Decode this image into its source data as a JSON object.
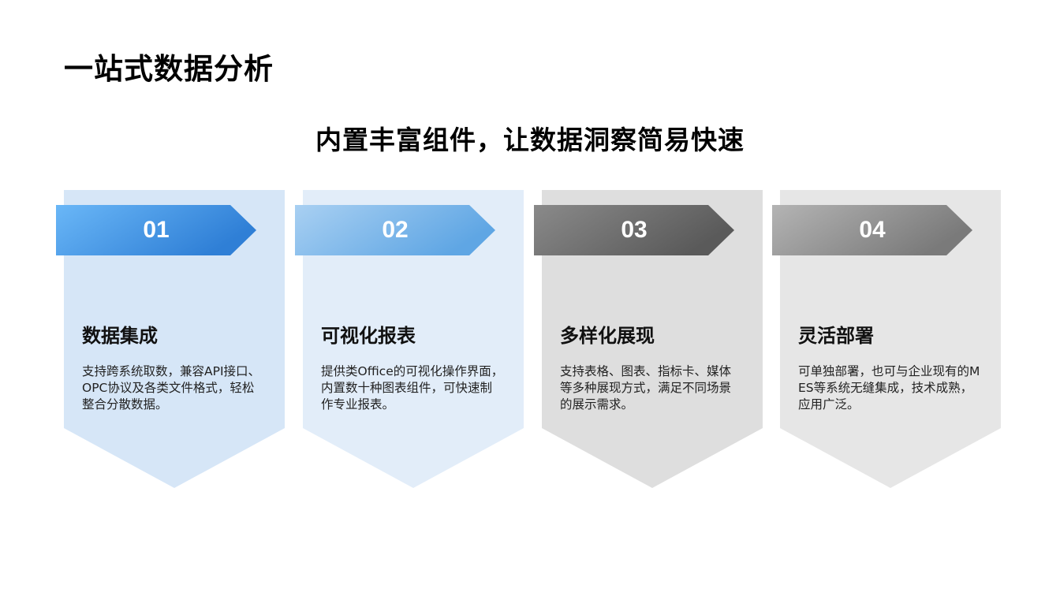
{
  "page": {
    "title": "一站式数据分析",
    "subtitle": "内置丰富组件，让数据洞察简易快速"
  },
  "cards": [
    {
      "number": "01",
      "heading": "数据集成",
      "desc": "支持跨系统取数，兼容API接口、OPC协议及各类文件格式，轻松整合分散数据。",
      "bg_color": "#d6e6f7",
      "arrow_from": "#6ab7f7",
      "arrow_to": "#2f7fd6"
    },
    {
      "number": "02",
      "heading": "可视化报表",
      "desc": "提供类Office的可视化操作界面，内置数十种图表组件，可快速制作专业报表。",
      "bg_color": "#e2edf9",
      "arrow_from": "#a9d0f2",
      "arrow_to": "#5fa6e4"
    },
    {
      "number": "03",
      "heading": "多样化展现",
      "desc": "支持表格、图表、指标卡、媒体等多种展现方式，满足不同场景的展示需求。",
      "bg_color": "#dedede",
      "arrow_from": "#8a8a8a",
      "arrow_to": "#5a5a5a"
    },
    {
      "number": "04",
      "heading": "灵活部署",
      "desc": "可单独部署，也可与企业现有的MES等系统无缝集成，技术成熟，应用广泛。",
      "bg_color": "#e6e6e6",
      "arrow_from": "#b4b4b4",
      "arrow_to": "#7a7a7a"
    }
  ]
}
